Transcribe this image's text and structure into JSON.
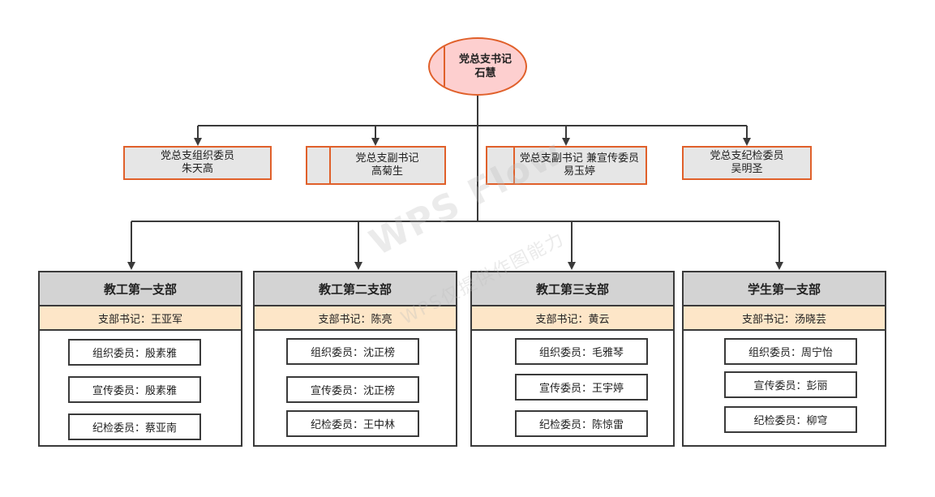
{
  "root": {
    "title": "党总支书记",
    "name": "石慧"
  },
  "level2": [
    {
      "title": "党总支组织委员",
      "name": "朱天高"
    },
    {
      "title": "党总支副书记",
      "name": "高菊生"
    },
    {
      "title": "党总支副书记 兼宣传委员",
      "name": "易玉婷"
    },
    {
      "title": "党总支纪检委员",
      "name": "吴明圣"
    }
  ],
  "branches": [
    {
      "name": "教工第一支部",
      "secretary": "支部书记：王亚军",
      "members": [
        "组织委员：殷素雅",
        "宣传委员：殷素雅",
        "纪检委员：蔡亚南"
      ]
    },
    {
      "name": "教工第二支部",
      "secretary": "支部书记：陈亮",
      "members": [
        "组织委员：沈正榜",
        "宣传委员：沈正榜",
        "纪检委员：王中林"
      ]
    },
    {
      "name": "教工第三支部",
      "secretary": "支部书记：黄云",
      "members": [
        "组织委员：毛雅琴",
        "宣传委员：王宇婷",
        "纪检委员：陈惊雷"
      ]
    },
    {
      "name": "学生第一支部",
      "secretary": "支部书记：汤晓芸",
      "members": [
        "组织委员：周宁怡",
        "宣传委员：彭丽",
        "纪检委员：柳穹"
      ]
    }
  ],
  "watermark": {
    "main": "WPS Flow",
    "sub": "WPS仅提供作图能力"
  },
  "colors": {
    "accent_border": "#e0602a",
    "root_fill": "#fdcfcf",
    "level2_fill": "#e6e6e6",
    "branch_header_fill": "#d3d3d3",
    "secretary_fill": "#fde6c8",
    "line": "#3a3a3a"
  }
}
